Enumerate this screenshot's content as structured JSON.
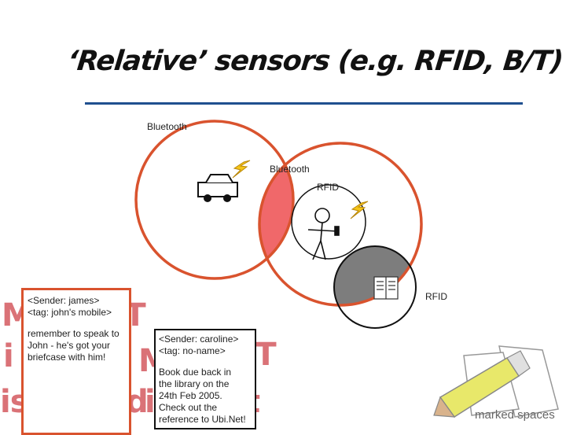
{
  "slide": {
    "title": "‘Relative’ sensors (e.g. RFID, B/T)"
  },
  "labels": {
    "bluetooth_outer": "Bluetooth",
    "bluetooth_inner": "Bluetooth",
    "rfid_person": "RFID",
    "rfid_book": "RFID"
  },
  "background_words": [
    "Ma",
    "CT",
    "i",
    "t",
    "Ma",
    "CT",
    "is",
    "ed",
    "i",
    "t"
  ],
  "notes": {
    "james": {
      "sender": "<Sender: james>",
      "tag": "<tag: john's mobile>",
      "body_lines": [
        "remember to speak to",
        "John - he's got your",
        "briefcase with him!"
      ]
    },
    "caroline": {
      "sender": "<Sender: caroline>",
      "tag": "<tag: no-name>",
      "body_lines": [
        "Book due back in",
        "the library on the",
        "24th Feb 2005.",
        "Check out the",
        "reference to Ubi.Net!"
      ]
    }
  },
  "branding": {
    "text": "marked spaces"
  },
  "colors": {
    "circle_red": "#d9532e",
    "overlap_red": "#f0686a",
    "overlap_grey": "#7d7d7d",
    "rule_blue": "#1f4f8f",
    "lightning": "#f5c518"
  },
  "icons": [
    "car-icon",
    "person-icon",
    "book-icon",
    "lightning-icon",
    "pencil-paper-icon"
  ]
}
